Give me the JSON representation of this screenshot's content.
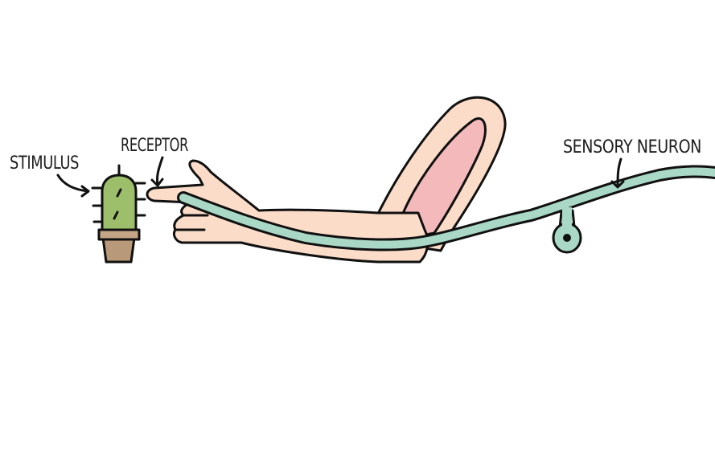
{
  "labels": {
    "stimulus": "STIMULUS",
    "receptor": "RECEPTOR",
    "sensory_neuron": "SENSORY NEURON"
  },
  "colors": {
    "background": "#ffffff",
    "outline": "#111111",
    "skin": "#fbdcc8",
    "muscle": "#f4b9bb",
    "neuron": "#a9d8c6",
    "cactus": "#9dbf6c",
    "pot": "#b89a7a",
    "pot_rim": "#c4a585"
  }
}
